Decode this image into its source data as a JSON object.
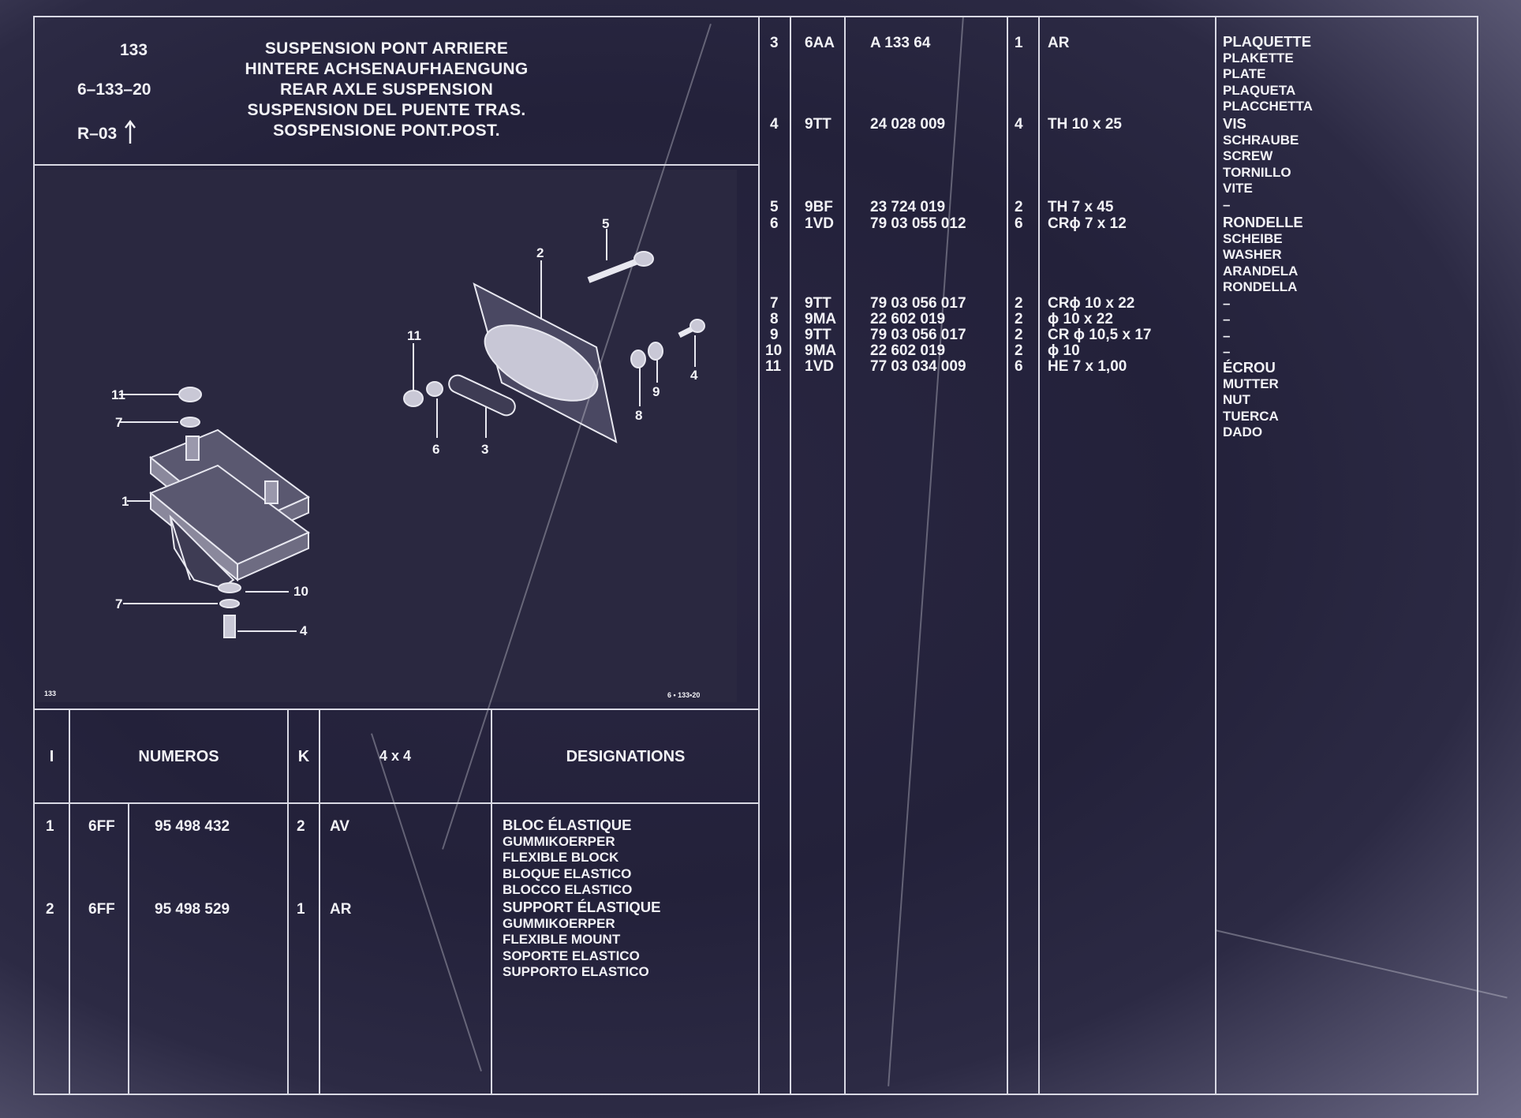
{
  "header": {
    "ref_number": "133",
    "ref_code": "6–133–20",
    "revision": "R–03",
    "revision_arrow": "arrow-up-icon",
    "titles": [
      "SUSPENSION PONT ARRIERE",
      "HINTERE ACHSENAUFHAENGUNG",
      "REAR  AXLE SUSPENSION",
      "SUSPENSION DEL PUENTE TRAS.",
      "SOSPENSIONE PONT.POST."
    ]
  },
  "illustration": {
    "corner_left": "133",
    "corner_right": "6 • 133•20",
    "callouts": [
      "1",
      "2",
      "3",
      "4",
      "4",
      "5",
      "6",
      "7",
      "7",
      "8",
      "9",
      "10",
      "11",
      "11"
    ]
  },
  "table_header": {
    "col_i": "I",
    "col_numeros": "NUMEROS",
    "col_k": "K",
    "col_4x4": "4 x 4",
    "col_designations": "DESIGNATIONS"
  },
  "left_rows": [
    {
      "i": "1",
      "code": "6FF",
      "number": "95  498  432",
      "k": "2",
      "spec": "AV",
      "designations": [
        "BLOC ÉLASTIQUE",
        "GUMMIKOERPER",
        "FLEXIBLE BLOCK",
        "BLOQUE ELASTICO",
        "BLOCCO ELASTICO"
      ]
    },
    {
      "i": "2",
      "code": "6FF",
      "number": "95 498  529",
      "k": "1",
      "spec": "AR",
      "designations": [
        "SUPPORT ÉLASTIQUE",
        "GUMMIKOERPER",
        "FLEXIBLE MOUNT",
        "SOPORTE ELASTICO",
        "SUPPORTO ELASTICO"
      ]
    }
  ],
  "right_rows": [
    {
      "i": "3",
      "code": "6AA",
      "number": "A  133    64",
      "k": "1",
      "spec": "AR"
    },
    {
      "i": "4",
      "code": "9TT",
      "number": "24  028  009",
      "k": "4",
      "spec": "TH 10 x 25"
    },
    {
      "i": "5",
      "code": "9BF",
      "number": "23  724  019",
      "k": "2",
      "spec": "TH 7 x 45"
    },
    {
      "i": "6",
      "code": "1VD",
      "number": "79  03  055  012",
      "k": "6",
      "spec": "CRϕ 7 x 12"
    },
    {
      "i": "7",
      "code": "9TT",
      "number": "79  03  056  017",
      "k": "2",
      "spec": "CRϕ  10 x 22"
    },
    {
      "i": "8",
      "code": "9MA",
      "number": "22  602  019",
      "k": "2",
      "spec": "ϕ  10 x 22"
    },
    {
      "i": "9",
      "code": "9TT",
      "number": "79  03  056  017",
      "k": "2",
      "spec": "CR ϕ 10,5 x 17"
    },
    {
      "i": "10",
      "code": "9MA",
      "number": "22  602  019",
      "k": "2",
      "spec": "ϕ  10"
    },
    {
      "i": "11",
      "code": "1VD",
      "number": "77  03  034  009",
      "k": "6",
      "spec": "HE 7 x 1,00"
    }
  ],
  "right_designations": {
    "plaquette": [
      "PLAQUETTE",
      "PLAKETTE",
      "PLATE",
      "PLAQUETA",
      "PLACCHETTA"
    ],
    "vis": [
      "VIS",
      "SCHRAUBE",
      "SCREW",
      "TORNILLO",
      "VITE"
    ],
    "dash_5": "–",
    "rondelle": [
      "RONDELLE",
      "SCHEIBE",
      "WASHER",
      "ARANDELA",
      "RONDELLA"
    ],
    "dashes": [
      "–",
      "–",
      "–",
      "–"
    ],
    "ecrou": [
      "ÉCROU",
      "MUTTER",
      "NUT",
      "TUERCA",
      "DADO"
    ]
  }
}
